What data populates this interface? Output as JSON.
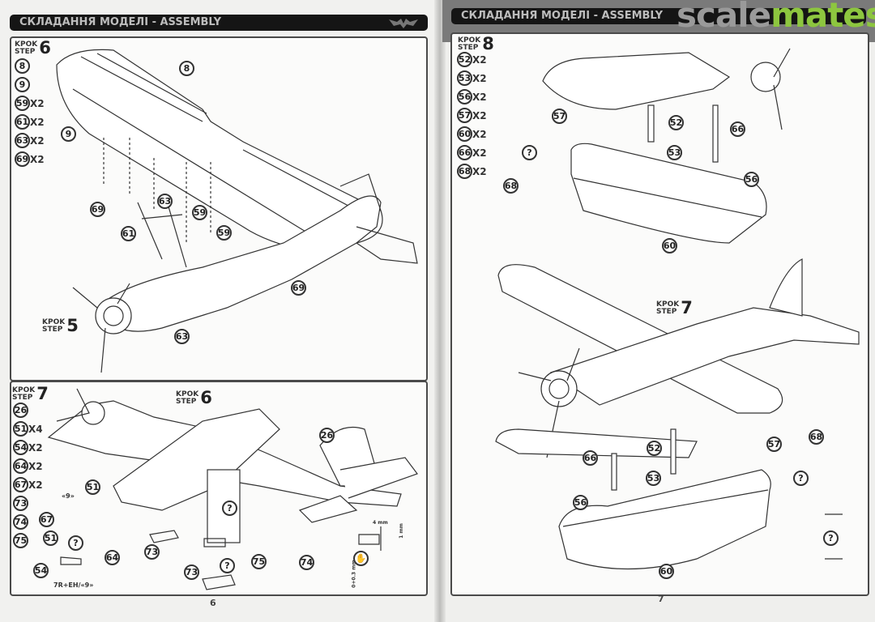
{
  "header": {
    "title": "СКЛАДАННЯ МОДЕЛІ - ASSEMBLY",
    "title_right": "СКЛАДАННЯ МОДЕЛІ - ASSEMBLY"
  },
  "watermark": {
    "part1": "scale",
    "part2": "mates",
    "accent": "#8dc63f"
  },
  "step_word": "KPOK",
  "step_word_en": "STEP",
  "left_top": {
    "step": "6",
    "ref_step": "5",
    "parts": [
      "8",
      "9",
      "59",
      "61",
      "63",
      "69"
    ],
    "qty": [
      "",
      "",
      "X2",
      "X2",
      "X2",
      "X2"
    ],
    "callouts": [
      "8",
      "9",
      "69",
      "61",
      "63",
      "59",
      "59",
      "69",
      "63"
    ]
  },
  "left_bottom": {
    "step": "7",
    "ref_step": "6",
    "parts": [
      "26",
      "51",
      "54",
      "64",
      "67",
      "73",
      "74",
      "75"
    ],
    "qty": [
      "",
      "X4",
      "X2",
      "X2",
      "X2",
      "",
      "",
      ""
    ],
    "callouts": [
      "26",
      "51",
      "67",
      "51",
      "?",
      "64",
      "54",
      "73",
      "73",
      "?",
      "?",
      "75",
      "74"
    ],
    "note_9": "«9»",
    "note_mix": "7R+EH/«9»",
    "dim_4mm": "4 mm",
    "dim_1mm": "1 mm",
    "dim_03": "0+0.3 mm"
  },
  "right": {
    "step_top": "8",
    "step_mid": "7",
    "parts": [
      "52",
      "53",
      "56",
      "57",
      "60",
      "66",
      "68"
    ],
    "qty": [
      "X2",
      "X2",
      "X2",
      "X2",
      "X2",
      "X2",
      "X2"
    ],
    "callouts": [
      "57",
      "52",
      "66",
      "53",
      "?",
      "68",
      "56",
      "60",
      "52",
      "57",
      "68",
      "66",
      "53",
      "?",
      "56",
      "60",
      "?"
    ]
  },
  "page_numbers": {
    "left": "6",
    "right": "7"
  }
}
